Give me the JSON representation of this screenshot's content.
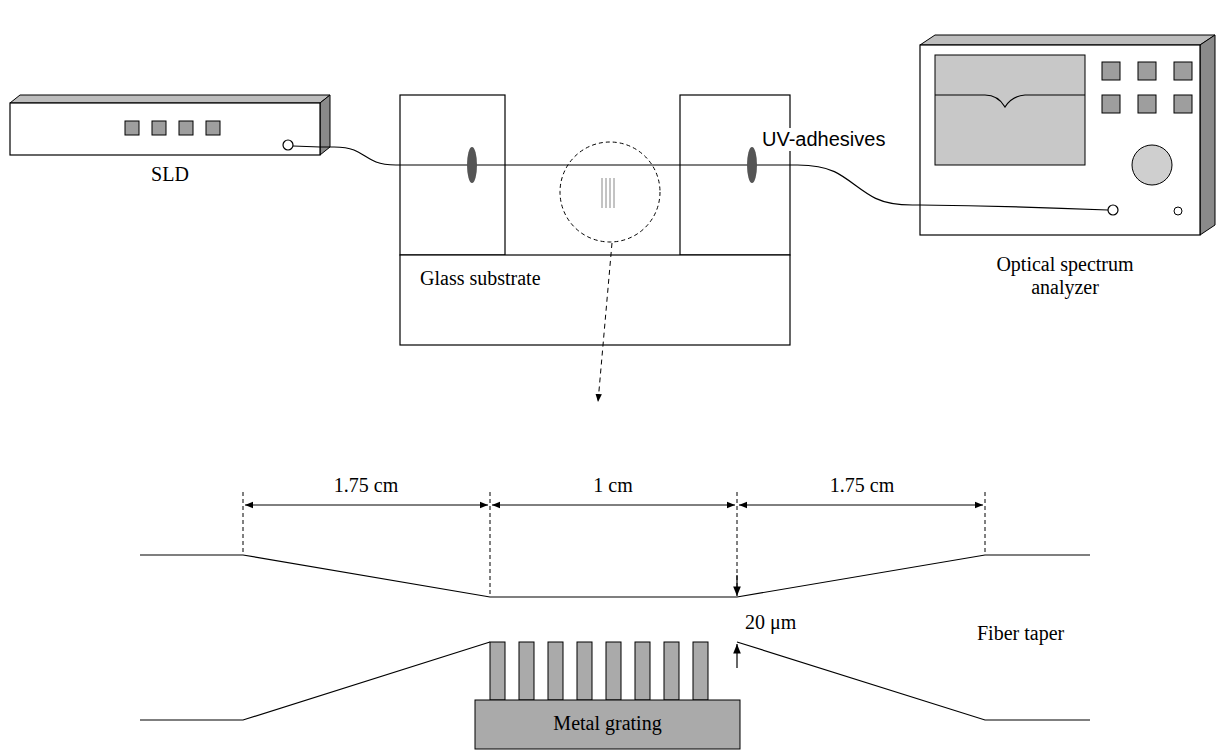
{
  "diagram": {
    "nodes": [
      {
        "text": [
          "SLD"
        ]
      },
      {
        "text": [
          "Glass substrate"
        ]
      },
      {
        "text": [
          "Optical spectrum analyzer"
        ]
      },
      {
        "text": [
          "Metal grating"
        ]
      }
    ],
    "edges": [
      {
        "from": 0,
        "to": 1,
        "arrow": "none"
      },
      {
        "from": 1,
        "to": 2,
        "arrow": "none"
      }
    ],
    "labels": [
      "UV-adhesives",
      "1.75 cm",
      "1 cm",
      "1.75 cm",
      "20 μm",
      "Fiber taper"
    ]
  }
}
